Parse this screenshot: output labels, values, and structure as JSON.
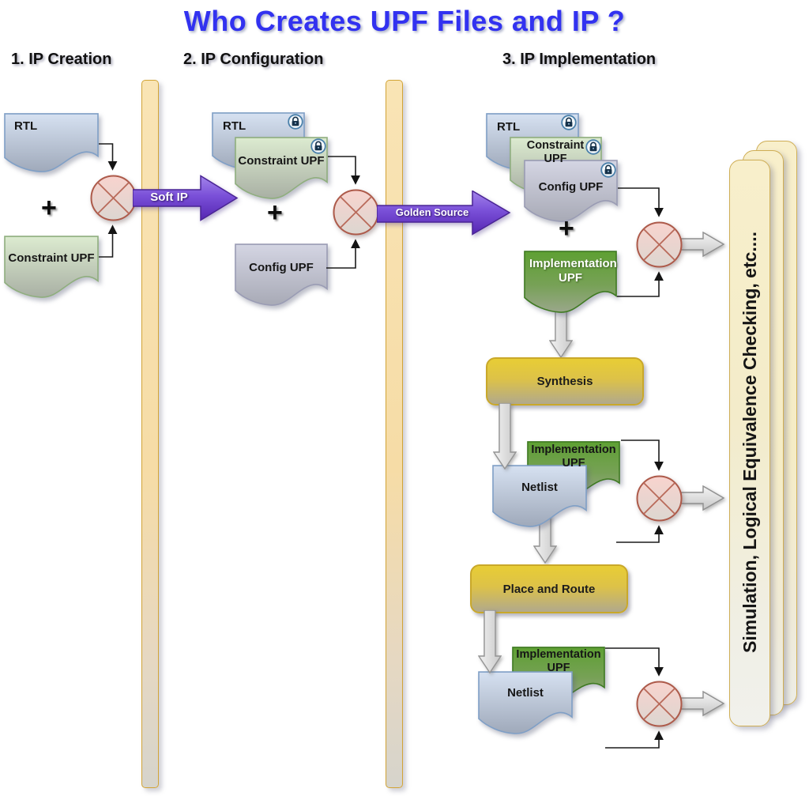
{
  "title": {
    "text": "Who Creates UPF Files and IP ?"
  },
  "sections": {
    "s1": {
      "heading": "1. IP Creation",
      "rtl": "RTL",
      "constraint": "Constraint UPF",
      "plus": "+"
    },
    "s2": {
      "heading": "2. IP Configuration",
      "rtl": "RTL",
      "constraint": "Constraint UPF",
      "config": "Config UPF",
      "plus": "+"
    },
    "s3": {
      "heading": "3. IP Implementation",
      "rtl": "RTL",
      "constraint": "Constraint UPF",
      "config": "Config UPF",
      "implementation": "Implementation UPF",
      "plus": "+"
    }
  },
  "flow": {
    "synthesis": "Synthesis",
    "place_and_route": "Place and Route",
    "netlist_mid": "Netlist",
    "netlist_bottom": "Netlist",
    "implementation_mid": "Implementation UPF",
    "implementation_bottom": "Implementation UPF"
  },
  "arrows": {
    "soft_ip": "Soft IP",
    "golden_source": "Golden Source"
  },
  "panel": {
    "label": "Simulation, Logical Equivalence Checking, etc...."
  },
  "colors": {
    "title_blue": "#3232f0",
    "purple_arrow": "#6a3fd0",
    "doc_blue": "#d3dff0",
    "doc_green_light": "#dcebd0",
    "doc_gray": "#d3d4e2",
    "doc_green_strong": "#61a135",
    "process_yellow": "#e8cd35",
    "bar_tan": "#f8e2b2",
    "panel_cream": "#f7eecb",
    "circle_pink": "#f8d3ce"
  }
}
